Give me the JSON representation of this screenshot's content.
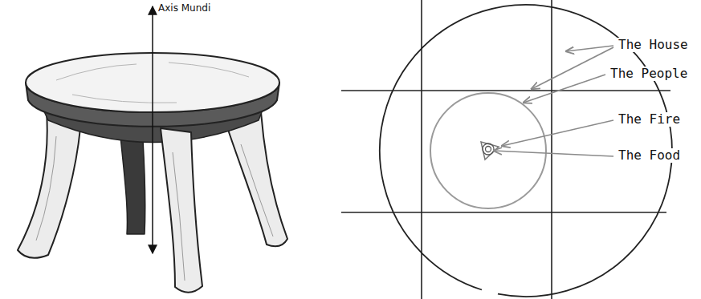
{
  "diagram": {
    "labels": [
      "Axis Mundi",
      "The House",
      "The People",
      "The Fire",
      "The Food"
    ]
  }
}
